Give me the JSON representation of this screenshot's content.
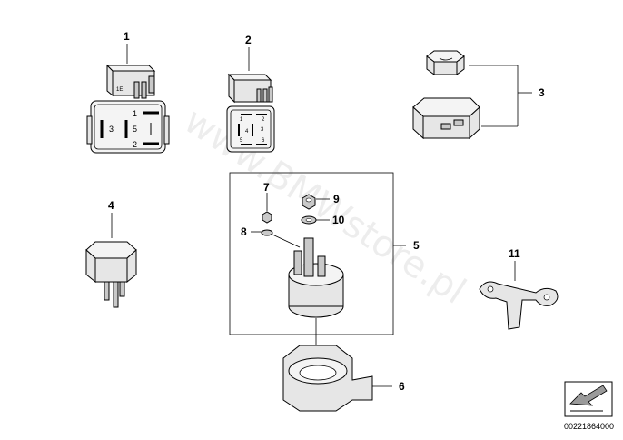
{
  "watermark": "www.BMWstore.pl",
  "document_number": "00221864000",
  "callouts": {
    "c1": "1",
    "c2": "2",
    "c3": "3",
    "c4": "4",
    "c5": "5",
    "c6": "6",
    "c7": "7",
    "c8": "8",
    "c9": "9",
    "c10": "10",
    "c11": "11"
  },
  "relay1_face": {
    "pin1": "1",
    "pin2": "2",
    "pin3": "3",
    "pin5": "5"
  },
  "relay2_face": {
    "pin1": "1",
    "pin2": "2",
    "pin3": "3",
    "pin4": "4",
    "pin5": "5",
    "pin6": "6"
  }
}
